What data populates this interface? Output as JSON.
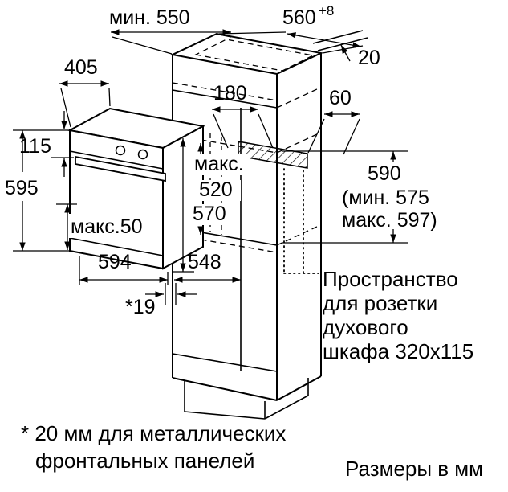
{
  "colors": {
    "line": "#000000",
    "background": "#ffffff"
  },
  "dims": {
    "min550": "мин. 550",
    "w560": "560",
    "w560_sup": "+8",
    "t20": "20",
    "d405": "405",
    "d180": "180",
    "d60": "60",
    "d115": "115",
    "d595": "595",
    "max_label": "макс.",
    "d520": "520",
    "d570": "570",
    "max50": "макс.50",
    "d594": "594",
    "d548": "548",
    "gap19": "*19",
    "h590": "590",
    "h590_min": "(мин. 575",
    "h590_max": "макс. 597)"
  },
  "socket_note": {
    "line1": "Пространство",
    "line2": "для розетки",
    "line3": "духового",
    "line4": "шкафа 320x115"
  },
  "footnote": {
    "line1": "* 20 мм для металлических",
    "line2": "фронтальных панелей"
  },
  "units_note": "Размеры в мм"
}
